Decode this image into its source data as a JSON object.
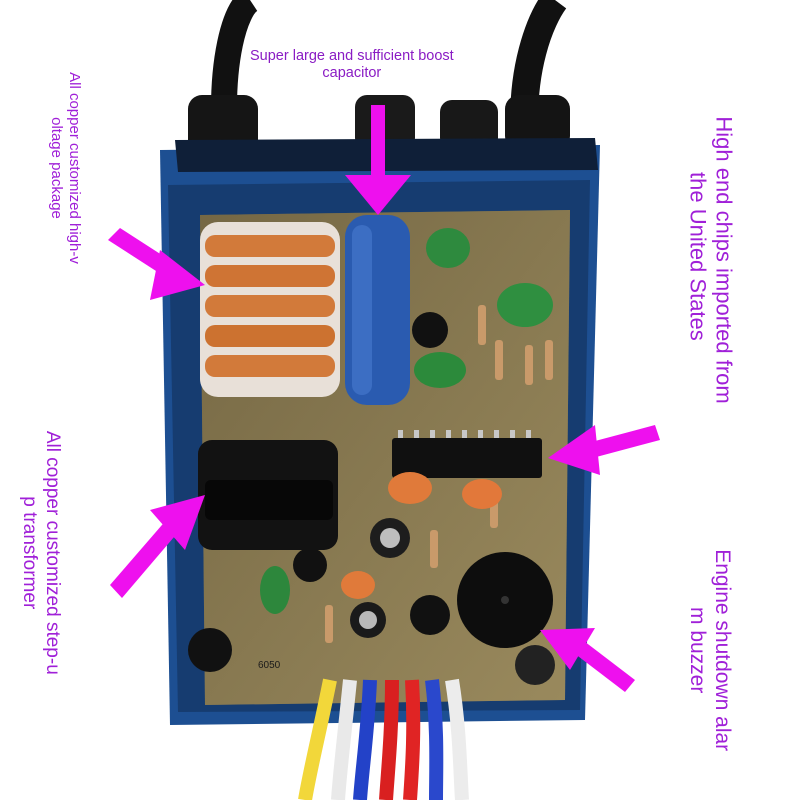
{
  "labels": {
    "boost_capacitor": "Super large and sufficient boost\ncapacitor",
    "high_voltage_package": "All copper customized high-v\noltage package",
    "step_up_transformer": "All copper customized step-u\np transformer",
    "imported_chips": "High end chips imported from\nthe United States",
    "buzzer": "Engine shutdown alar\nm buzzer"
  },
  "pcb_markings": {
    "code": "6050"
  },
  "colors": {
    "annotation_text": "#a020d8",
    "arrow": "#ee10ee",
    "enclosure": "#1a4a8a",
    "pcb": "#8a7a4e"
  }
}
